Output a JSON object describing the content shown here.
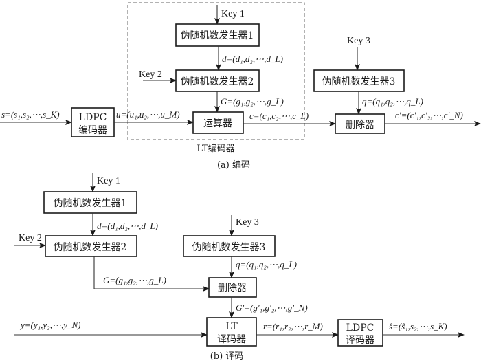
{
  "encoding": {
    "caption": "(a) 编码",
    "lt_encoder_label": "LT编码器",
    "keys": {
      "key1": "Key 1",
      "key2": "Key 2",
      "key3": "Key 3"
    },
    "blocks": {
      "prng1": "伪随机数发生器1",
      "prng2": "伪随机数发生器2",
      "prng3": "伪随机数发生器3",
      "operator": "运算器",
      "ldpc_encoder_line1": "LDPC",
      "ldpc_encoder_line2": "编码器",
      "deleter": "删除器"
    },
    "signals": {
      "s": "s=(s₁,s₂,⋯,s_K)",
      "u": "u=(u₁,u₂,⋯,u_M)",
      "d": "d=(d₁,d₂,⋯,d_L)",
      "G": "G=(g₁,g₂,⋯,g_L)",
      "c": "c=(c₁,c₂,⋯,c_L)",
      "q": "q=(q₁,q₂,⋯,q_L)",
      "c_prime": "c′=(c′₁,c′₂,⋯,c′_N)"
    }
  },
  "decoding": {
    "caption": "(b) 译码",
    "keys": {
      "key1": "Key 1",
      "key2": "Key 2",
      "key3": "Key 3"
    },
    "blocks": {
      "prng1": "伪随机数发生器1",
      "prng2": "伪随机数发生器2",
      "prng3": "伪随机数发生器3",
      "deleter": "删除器",
      "lt_decoder_line1": "LT",
      "lt_decoder_line2": "译码器",
      "ldpc_decoder_line1": "LDPC",
      "ldpc_decoder_line2": "译码器"
    },
    "signals": {
      "d": "d=(d₁,d₂,⋯,d_L)",
      "G": "G=(g₁,g₂,⋯,g_L)",
      "q": "q=(q₁,q₂,⋯,q_L)",
      "G_prime": "G′=(g′₁,g′₂,⋯,g′_N)",
      "y": "y=(y₁,y₂,⋯,y_N)",
      "r": "r=(r₁,r₂,⋯,r_M)",
      "s_hat": "ŝ=(ŝ₁,s₂,⋯,s_K)"
    }
  }
}
